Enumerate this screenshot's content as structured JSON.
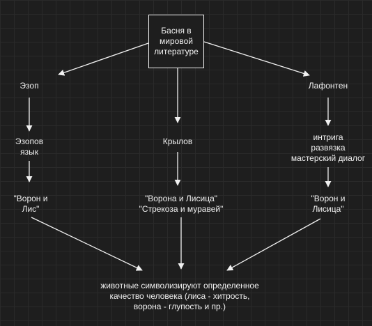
{
  "colors": {
    "background": "#1e1e1e",
    "stroke": "#f0f0f0",
    "text": "#f0f0f0"
  },
  "nodes": {
    "root": "Басня в\nмировой\nлитературе",
    "aesop": "Эзоп",
    "aesopian_language": "Эзопов\nязык",
    "aesop_fable": "\"Ворон  и\nЛис\"",
    "krylov": "Крылов",
    "krylov_fables": "\"Ворона и Лисица\"\n\"Стрекоза и муравей\"",
    "lafontaine": "Лафонтен",
    "lafontaine_features": "интрига\nразвязка\nмастерский диалог",
    "lafontaine_fable": "\"Ворон и\nЛисица\"",
    "conclusion": "животные символизируют определенное\nкачество человека (лиса - хитрость,\nворона - глупость и пр.)"
  }
}
